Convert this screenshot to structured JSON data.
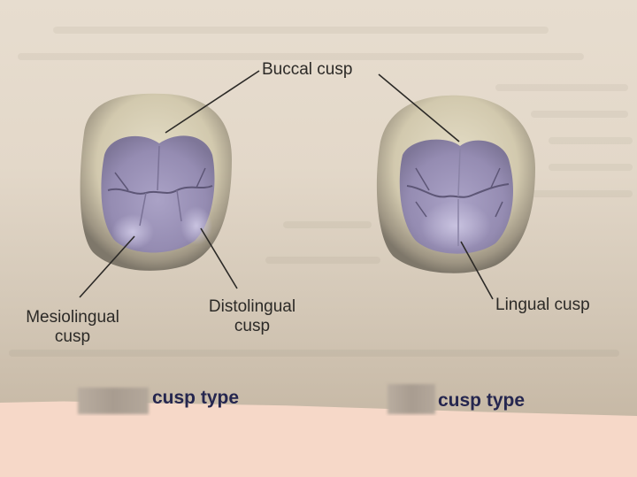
{
  "diagram": {
    "labels": {
      "buccal_cusp": "Buccal cusp",
      "mesiolingual_cusp_line1": "Mesiolingual",
      "mesiolingual_cusp_line2": "cusp",
      "distolingual_cusp_line1": "Distolingual",
      "distolingual_cusp_line2": "cusp",
      "lingual_cusp": "Lingual cusp"
    },
    "captions": {
      "left": "cusp type",
      "right": "cusp type"
    },
    "colors": {
      "page": "#e3d8c9",
      "enamel": "#d9d0b8",
      "occlusal": "#9c93b8",
      "caption_text": "#25264f",
      "bottom_strip": "#f6d8c8"
    }
  }
}
